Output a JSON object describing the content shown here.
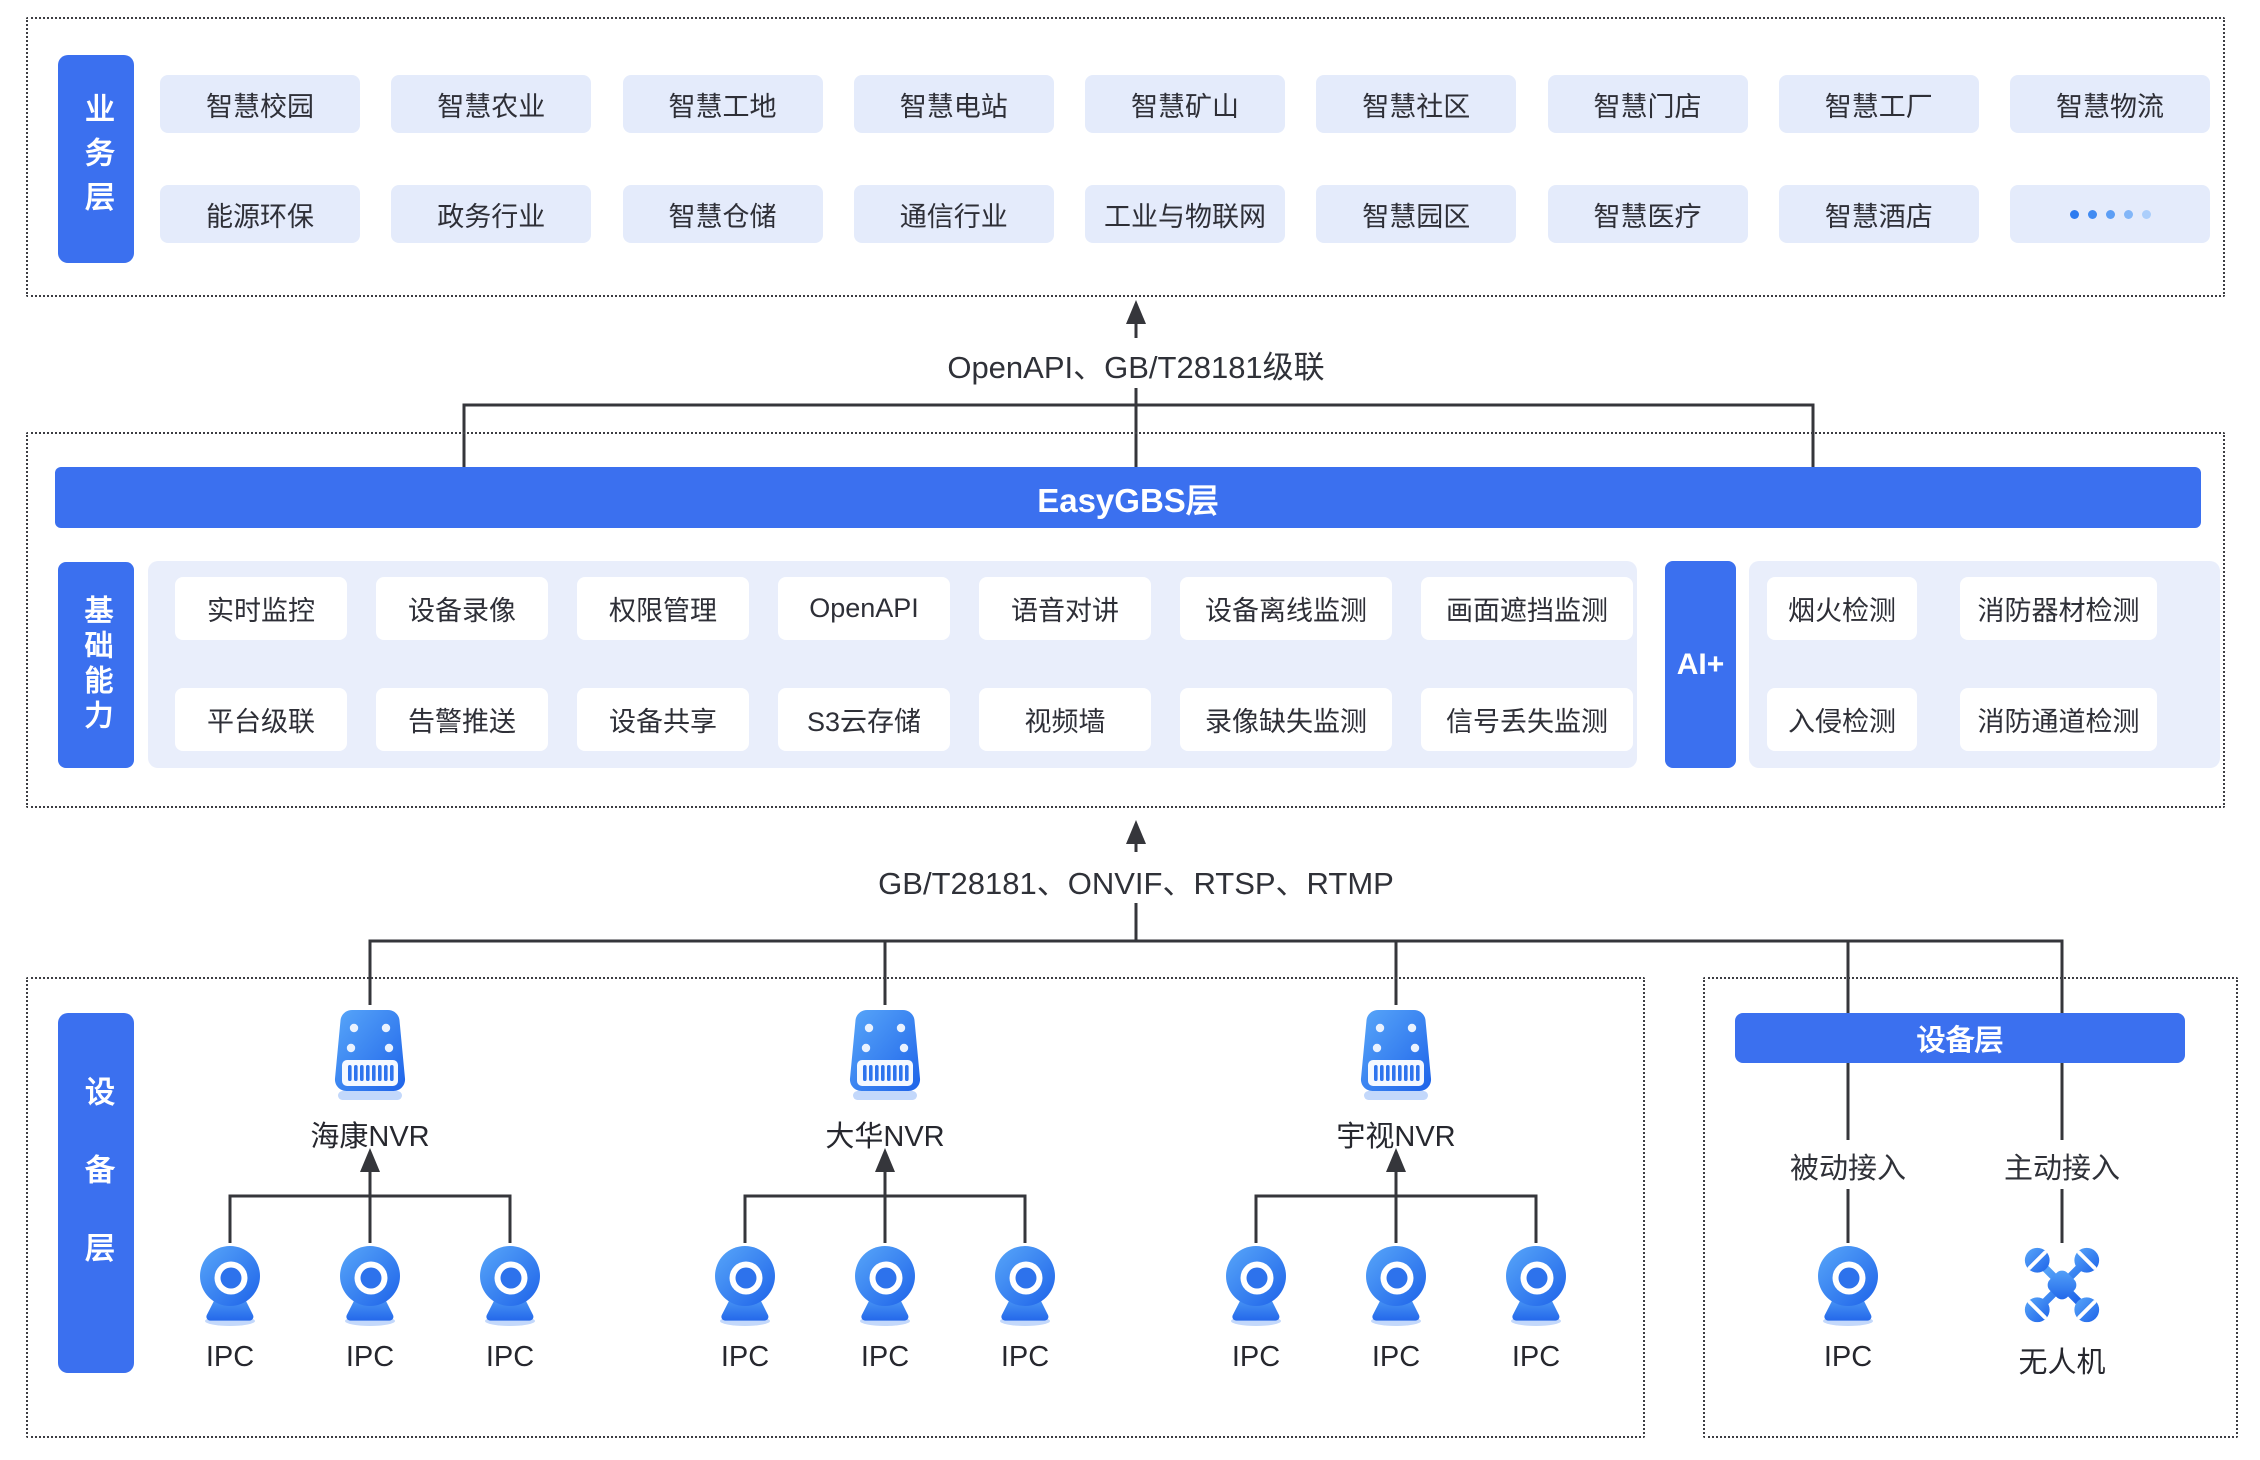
{
  "business_layer": {
    "label": "业务层",
    "row1": [
      "智慧校园",
      "智慧农业",
      "智慧工地",
      "智慧电站",
      "智慧矿山",
      "智慧社区",
      "智慧门店",
      "智慧工厂",
      "智慧物流"
    ],
    "row2": [
      "能源环保",
      "政务行业",
      "智慧仓储",
      "通信行业",
      "工业与物联网",
      "智慧园区",
      "智慧医疗",
      "智慧酒店"
    ]
  },
  "link_top": {
    "label": "OpenAPI、GB/T28181级联"
  },
  "platform_layer": {
    "title": "EasyGBS层",
    "capability_label": "基础能力",
    "cap_row1": [
      "实时监控",
      "设备录像",
      "权限管理",
      "OpenAPI",
      "语音对讲",
      "设备离线监测",
      "画面遮挡监测"
    ],
    "cap_row2": [
      "平台级联",
      "告警推送",
      "设备共享",
      "S3云存储",
      "视频墙",
      "录像缺失监测",
      "信号丢失监测"
    ],
    "ai_label": "AI+",
    "ai_row1": [
      "烟火检测",
      "消防器材检测"
    ],
    "ai_row2": [
      "入侵检测",
      "消防通道检测"
    ]
  },
  "link_bottom": {
    "label": "GB/T28181、ONVIF、RTSP、RTMP"
  },
  "device_layer": {
    "label": "设备层",
    "nvr_groups": [
      {
        "name": "海康NVR",
        "cameras": [
          "IPC",
          "IPC",
          "IPC"
        ]
      },
      {
        "name": "大华NVR",
        "cameras": [
          "IPC",
          "IPC",
          "IPC"
        ]
      },
      {
        "name": "宇视NVR",
        "cameras": [
          "IPC",
          "IPC",
          "IPC"
        ]
      }
    ],
    "right_box": {
      "title": "设备层",
      "columns": [
        {
          "access": "被动接入",
          "device": "IPC",
          "icon": "ipc-camera-icon"
        },
        {
          "access": "主动接入",
          "device": "无人机",
          "icon": "drone-icon"
        }
      ]
    }
  },
  "icons": {
    "more": "five-dots",
    "nvr": "nvr-recorder",
    "ipc": "webcam",
    "drone": "quadcopter"
  },
  "colors": {
    "accent": "#3B70EF",
    "chip_bg": "#E4EBFB",
    "panel_bg": "#E9EEFB",
    "line": "#35363B"
  }
}
